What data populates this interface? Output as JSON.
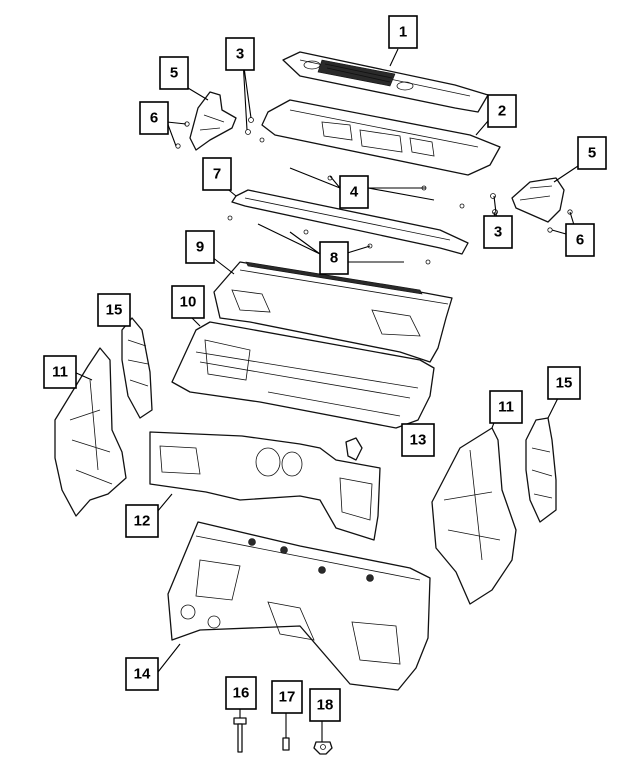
{
  "callouts": [
    {
      "id": "callout-1",
      "label": "1"
    },
    {
      "id": "callout-2",
      "label": "2"
    },
    {
      "id": "callout-3-left",
      "label": "3"
    },
    {
      "id": "callout-3-right",
      "label": "3"
    },
    {
      "id": "callout-4",
      "label": "4"
    },
    {
      "id": "callout-5-left",
      "label": "5"
    },
    {
      "id": "callout-5-right",
      "label": "5"
    },
    {
      "id": "callout-6-left",
      "label": "6"
    },
    {
      "id": "callout-6-right",
      "label": "6"
    },
    {
      "id": "callout-7",
      "label": "7"
    },
    {
      "id": "callout-8",
      "label": "8"
    },
    {
      "id": "callout-9",
      "label": "9"
    },
    {
      "id": "callout-10",
      "label": "10"
    },
    {
      "id": "callout-11-left",
      "label": "11"
    },
    {
      "id": "callout-11-right",
      "label": "11"
    },
    {
      "id": "callout-12",
      "label": "12"
    },
    {
      "id": "callout-13",
      "label": "13"
    },
    {
      "id": "callout-14",
      "label": "14"
    },
    {
      "id": "callout-15-left",
      "label": "15"
    },
    {
      "id": "callout-15-right",
      "label": "15"
    },
    {
      "id": "callout-16",
      "label": "16"
    },
    {
      "id": "callout-17",
      "label": "17"
    },
    {
      "id": "callout-18",
      "label": "18"
    }
  ]
}
